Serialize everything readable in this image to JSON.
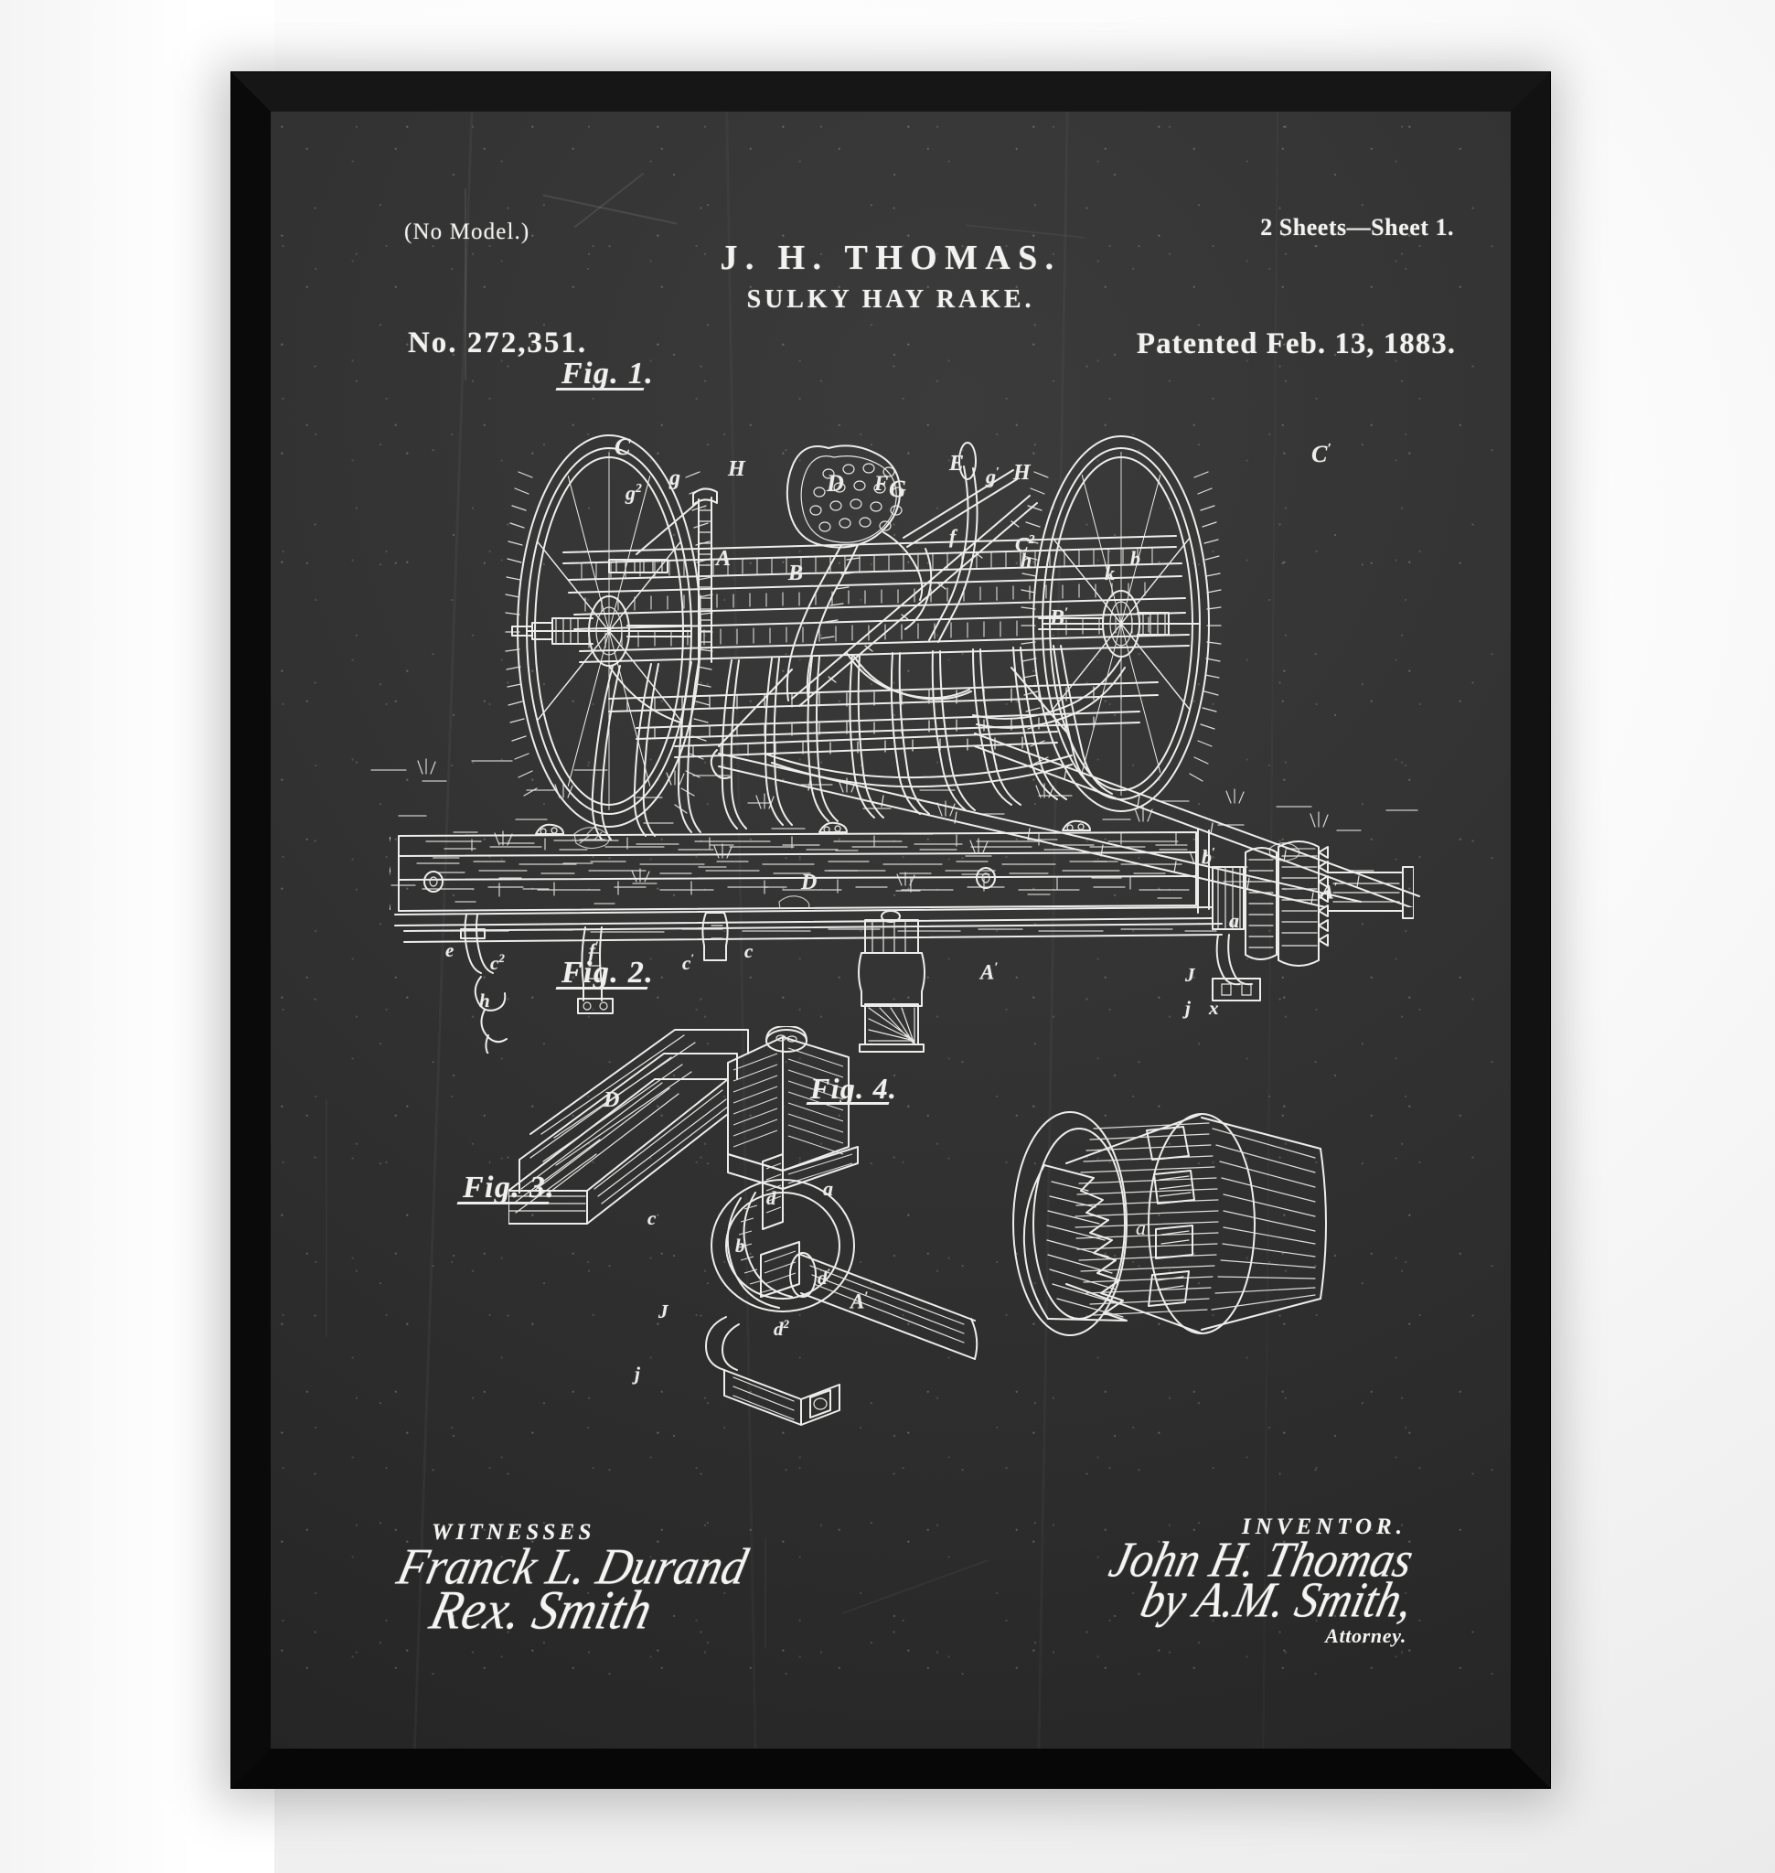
{
  "poster": {
    "header": {
      "no_model": "(No Model.)",
      "sheets": "2 Sheets—Sheet 1.",
      "inventor_name": "J. H. THOMAS.",
      "title": "SULKY HAY RAKE.",
      "patent_number": "No. 272,351.",
      "patent_date": "Patented Feb. 13, 1883."
    },
    "figures": [
      {
        "id": "fig1",
        "label": "Fig. 1.",
        "caption_text": "Fig. 1.",
        "description": "Perspective view of sulky hay rake with two large spoked wheels, curved rake teeth, driver's seat and draft shafts",
        "refs": [
          "C",
          "C'",
          "g²",
          "g",
          "g'",
          "H",
          "D",
          "G",
          "E",
          "F",
          "A",
          "B",
          "B'",
          "f",
          "C²",
          "h",
          "b",
          "k",
          "a"
        ]
      },
      {
        "id": "fig2",
        "label": "Fig. 2.",
        "caption_text": "Fig. 2.",
        "description": "Side elevation of the rake head bar with ratchet hub at right end",
        "refs": [
          "D",
          "e",
          "c²",
          "h",
          "f'",
          "c'",
          "c",
          "A'",
          "b'",
          "a",
          "J",
          "j",
          "x"
        ]
      },
      {
        "id": "fig3",
        "label": "Fig. 3.",
        "caption_text": "Fig. 3.",
        "description": "Enlarged detail perspective of the clutch / tooth-bar connection on the axle",
        "refs": [
          "D",
          "c",
          "a",
          "b",
          "d",
          "d'",
          "d²",
          "A'",
          "J",
          "j"
        ]
      },
      {
        "id": "fig4",
        "label": "Fig. 4.",
        "caption_text": "Fig. 4.",
        "description": "Enlarged sectional view of the ratchet wheel and hub on the axle",
        "refs": [
          "a"
        ]
      }
    ],
    "signatures": {
      "witnesses_caption": "WITNESSES",
      "witness_1": "Franck L. Durand",
      "witness_2": "Rex. Smith",
      "inventor_caption": "INVENTOR.",
      "inventor_signature": "John H. Thomas",
      "attorney_signature": "by A.M. Smith,",
      "attorney_caption": "Attorney."
    },
    "colors": {
      "frame": "#0c0c0c",
      "board": "#333333",
      "chalk": "#f0f0ee",
      "wall": "#f4f4f4"
    }
  }
}
